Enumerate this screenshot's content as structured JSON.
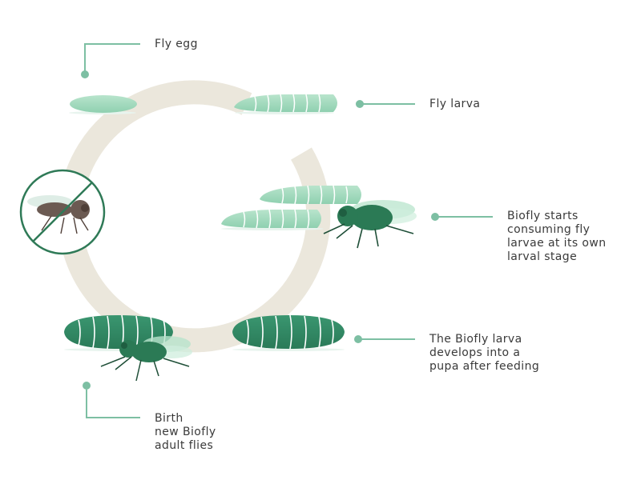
{
  "labels": {
    "fly_egg": "Fly egg",
    "fly_larva": "Fly larva",
    "biofly_consuming": "Biofly starts\nconsuming fly\nlarvae at its own\nlarval stage",
    "biofly_pupa": "The Biofly larva\ndevelops into a\npupa after feeding",
    "birth": "Birth\n new Biofly\n adult flies"
  },
  "colors": {
    "cycle_ring": "#ebe7dc",
    "light_green": "#a7dcc0",
    "dark_green": "#2f8763",
    "fly_green": "#2b7a55",
    "pest_fly": "#6b5a52",
    "leader_line": "#7dbfa3",
    "prohibited_ring": "#2f7a57",
    "text": "#3a3a3a"
  },
  "icons": {
    "pest_fly": "prohibited-fly-icon",
    "predator_fly": "biofly-icon"
  }
}
